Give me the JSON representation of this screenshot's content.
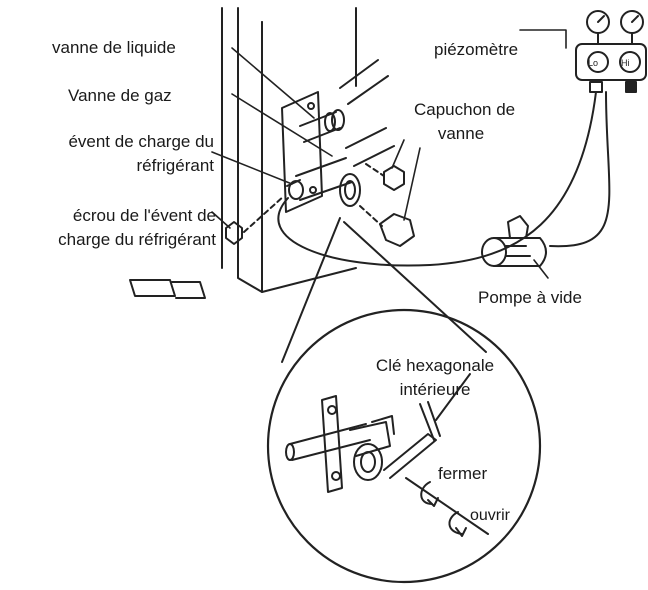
{
  "labels": {
    "liquid_valve": "vanne de liquide",
    "gas_valve": "Vanne de gaz",
    "charge_vent_1": "évent de charge du",
    "charge_vent_2": "réfrigérant",
    "vent_nut_1": "écrou de l'évent de",
    "vent_nut_2": "charge du réfrigérant",
    "valve_cap_1": "Capuchon de",
    "valve_cap_2": "vanne",
    "gauge": "piézomètre",
    "vacuum_pump": "Pompe à vide",
    "hex_key_1": "Clé hexagonale",
    "hex_key_2": "intérieure",
    "close": "fermer",
    "open": "ouvrir"
  },
  "gauge_marks": {
    "lo": "Lo",
    "hi": "Hi"
  }
}
